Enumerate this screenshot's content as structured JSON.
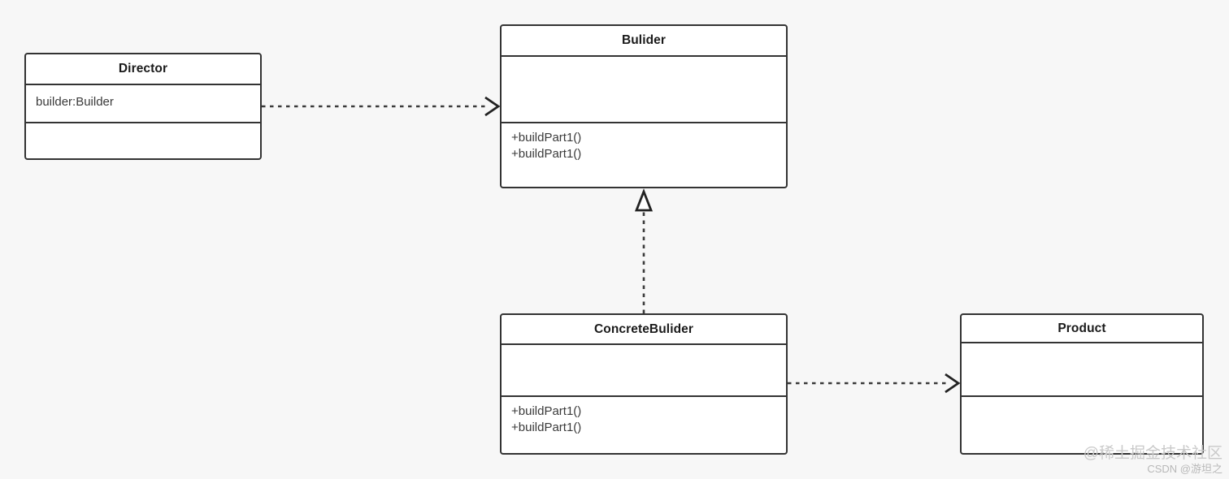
{
  "diagram": {
    "kind": "uml-class-diagram",
    "pattern": "Builder",
    "background_color": "#f7f7f7",
    "box_fill_color": "#ffffff",
    "border_color": "#333333",
    "text_color": "#1a1a1a"
  },
  "classes": {
    "director": {
      "name": "Director",
      "attributes": [
        "builder:Builder"
      ],
      "methods": []
    },
    "builder": {
      "name": "Bulider",
      "attributes": [],
      "methods": [
        "+buildPart1()",
        "+buildPart1()"
      ]
    },
    "concrete_builder": {
      "name": "ConcreteBulider",
      "attributes": [],
      "methods": [
        "+buildPart1()",
        "+buildPart1()"
      ]
    },
    "product": {
      "name": "Product",
      "attributes": [],
      "methods": []
    }
  },
  "relationships": [
    {
      "id": "director-to-builder",
      "type": "dependency",
      "style": "dotted-open-arrow",
      "from": "Director",
      "to": "Bulider"
    },
    {
      "id": "concrete-to-builder",
      "type": "realization",
      "style": "dotted-hollow-triangle",
      "from": "ConcreteBulider",
      "to": "Bulider"
    },
    {
      "id": "concrete-to-product",
      "type": "dependency",
      "style": "dotted-open-arrow",
      "from": "ConcreteBulider",
      "to": "Product"
    }
  ],
  "watermark": {
    "primary": "@稀土掘金技术社区",
    "secondary": "CSDN @游坦之"
  }
}
